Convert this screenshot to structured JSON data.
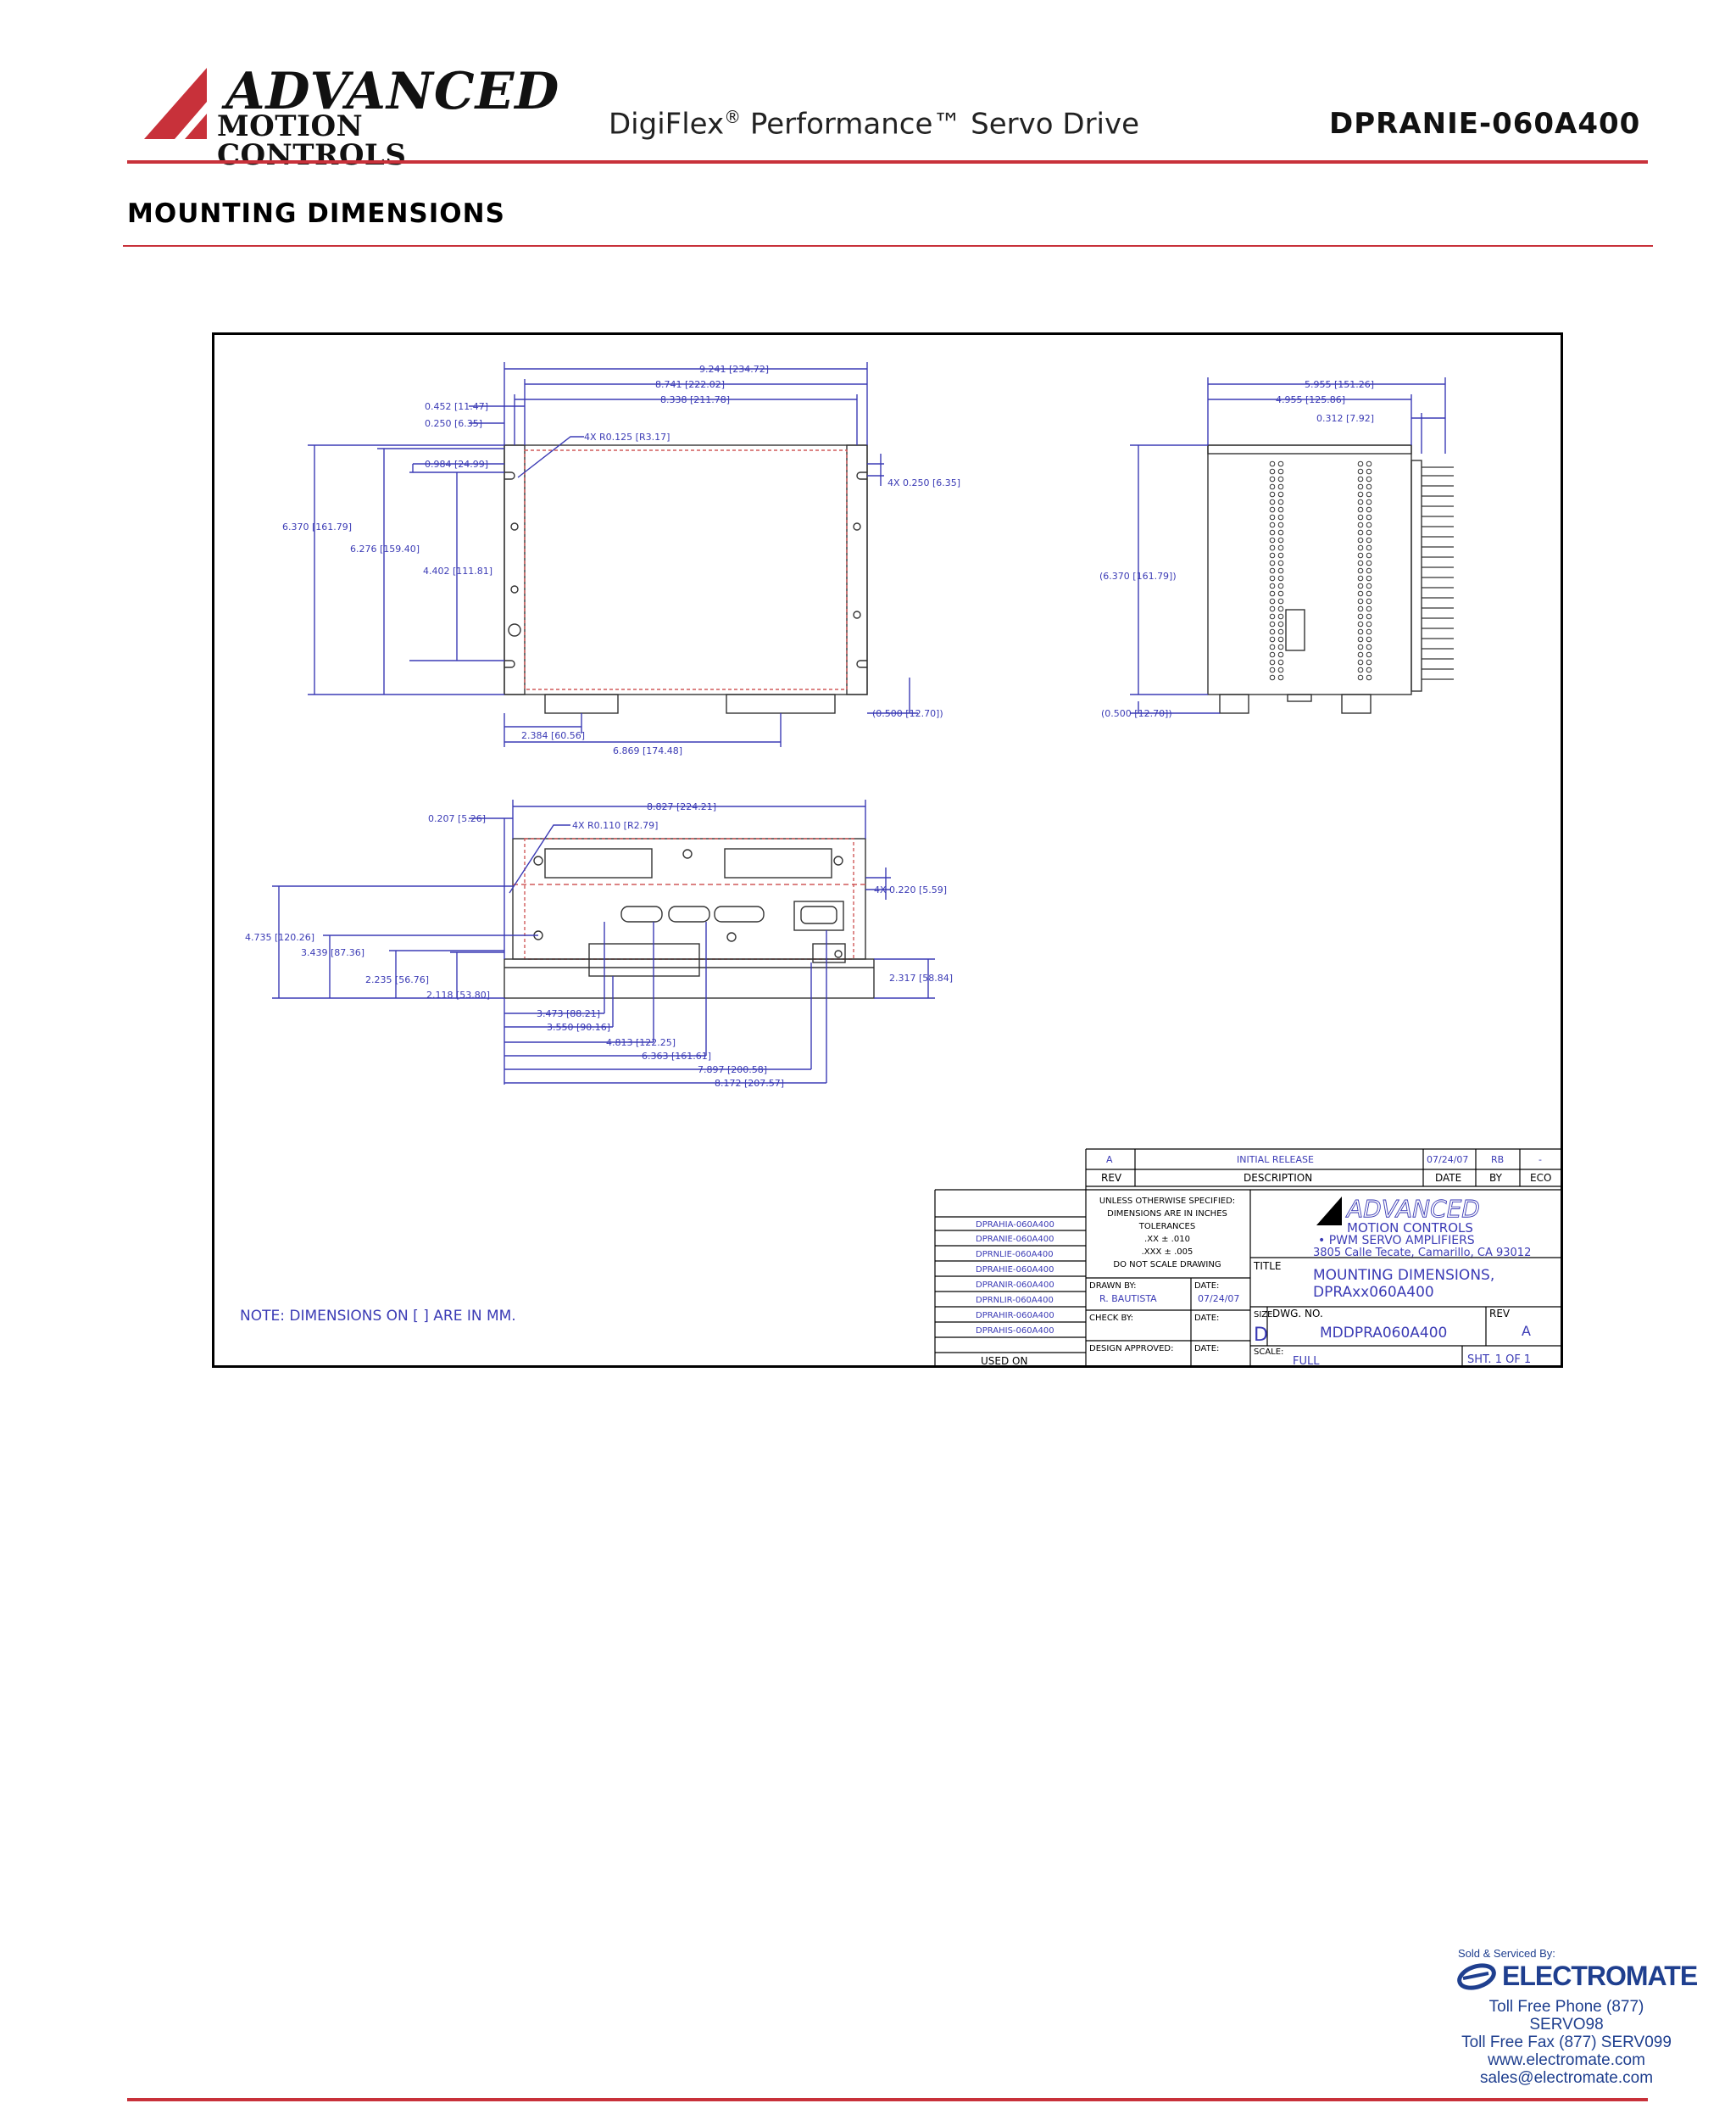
{
  "header": {
    "brand_line1": "ADVANCED",
    "brand_line2": "MOTION CONTROLS",
    "product_prefix": "DigiFlex",
    "product_reg": "®",
    "product_suffix": " Performance™ Servo Drive",
    "model": "DPRANIE-060A400"
  },
  "section_title": "MOUNTING DIMENSIONS",
  "colors": {
    "accent_red": "#c8313a",
    "dimension_blue": "#3b3bb5",
    "electromate_blue": "#1f3f8f",
    "hidden_line_red": "#d05a5a"
  },
  "drawing": {
    "top_view": {
      "overall_width": "9.241 [234.72]",
      "flange_width": "8.741 [222.02]",
      "hole_spacing": "8.338 [211.78]",
      "left_offset_1": "0.452 [11.47]",
      "left_offset_2": "0.250 [6.35]",
      "corner_radius": "4X R0.125 [R3.17]",
      "hole_top": "0.984 [24.99]",
      "slot_width": "4X 0.250 [6.35]",
      "overall_height": "6.370 [161.79]",
      "hole_height": "6.276 [159.40]",
      "hole_spacing_v": "4.402 [111.81]",
      "connector_offset": "2.384 [60.56]",
      "connector_offset_2": "6.869 [174.48]",
      "connector_depth": "(0.500 [12.70])"
    },
    "side_view": {
      "depth_total": "5.955 [151.26]",
      "depth_body": "4.955 [125.86]",
      "flange_thick": "0.312 [7.92]",
      "height_ref": "(6.370 [161.79])",
      "connector_depth": "(0.500 [12.70])"
    },
    "front_view": {
      "width": "8.827 [224.21]",
      "left_offset": "0.207 [5.26]",
      "corner_radius": "4X R0.110 [R2.79]",
      "slot": "4X 0.220 [5.59]",
      "height_1": "4.735 [120.26]",
      "height_2": "3.439 [87.36]",
      "height_3": "2.235 [56.76]",
      "height_4": "2.118 [53.80]",
      "right_height": "2.317 [58.84]",
      "x_1": "3.473 [88.21]",
      "x_2": "3.550 [90.16]",
      "x_3": "4.813 [122.25]",
      "x_4": "6.363 [161.61]",
      "x_5": "7.897 [200.58]",
      "x_6": "8.172 [207.57]"
    },
    "note": "NOTE:  DIMENSIONS ON [    ] ARE IN MM."
  },
  "title_block": {
    "rev_row": {
      "rev": "A",
      "description": "INITIAL RELEASE",
      "date": "07/24/07",
      "by": "RB",
      "eco": "-"
    },
    "rev_headers": {
      "rev": "REV",
      "description": "DESCRIPTION",
      "date": "DATE",
      "by": "BY",
      "eco": "ECO"
    },
    "used_on": [
      "DPRAHIA-060A400",
      "DPRANIE-060A400",
      "DPRNLIE-060A400",
      "DPRAHIE-060A400",
      "DPRANIR-060A400",
      "DPRNLIR-060A400",
      "DPRAHIR-060A400",
      "DPRAHIS-060A400"
    ],
    "used_on_label": "USED ON",
    "tolerances": [
      "UNLESS OTHERWISE SPECIFIED:",
      "DIMENSIONS ARE IN INCHES",
      "TOLERANCES",
      ".XX  ±  .010",
      ".XXX  ±  .005",
      "DO NOT SCALE DRAWING"
    ],
    "company_name": "ADVANCED",
    "company_sub": "MOTION CONTROLS",
    "company_tag": "• PWM SERVO AMPLIFIERS",
    "company_addr": "3805 Calle Tecate, Camarillo, CA 93012",
    "drawn_by_label": "DRAWN BY:",
    "drawn_by": "R. BAUTISTA",
    "date_label": "DATE:",
    "drawn_date": "07/24/07",
    "check_by_label": "CHECK BY:",
    "design_approved_label": "DESIGN APPROVED:",
    "title_label": "TITLE",
    "title_line1": "MOUNTING DIMENSIONS,",
    "title_line2": "DPRAxx060A400",
    "size_label": "SIZE",
    "size": "D",
    "dwg_no_label": "DWG. NO.",
    "dwg_no": "MDDPRA060A400",
    "rev_label": "REV",
    "rev": "A",
    "scale_label": "SCALE:",
    "scale": "FULL",
    "sheet": "SHT. 1   OF  1"
  },
  "electromate": {
    "sold_by": "Sold & Serviced By:",
    "name": "ELECTROMATE",
    "phone": "Toll Free Phone  (877) SERVO98",
    "fax": "Toll Free Fax  (877) SERV099",
    "web": "www.electromate.com",
    "email": "sales@electromate.com"
  }
}
